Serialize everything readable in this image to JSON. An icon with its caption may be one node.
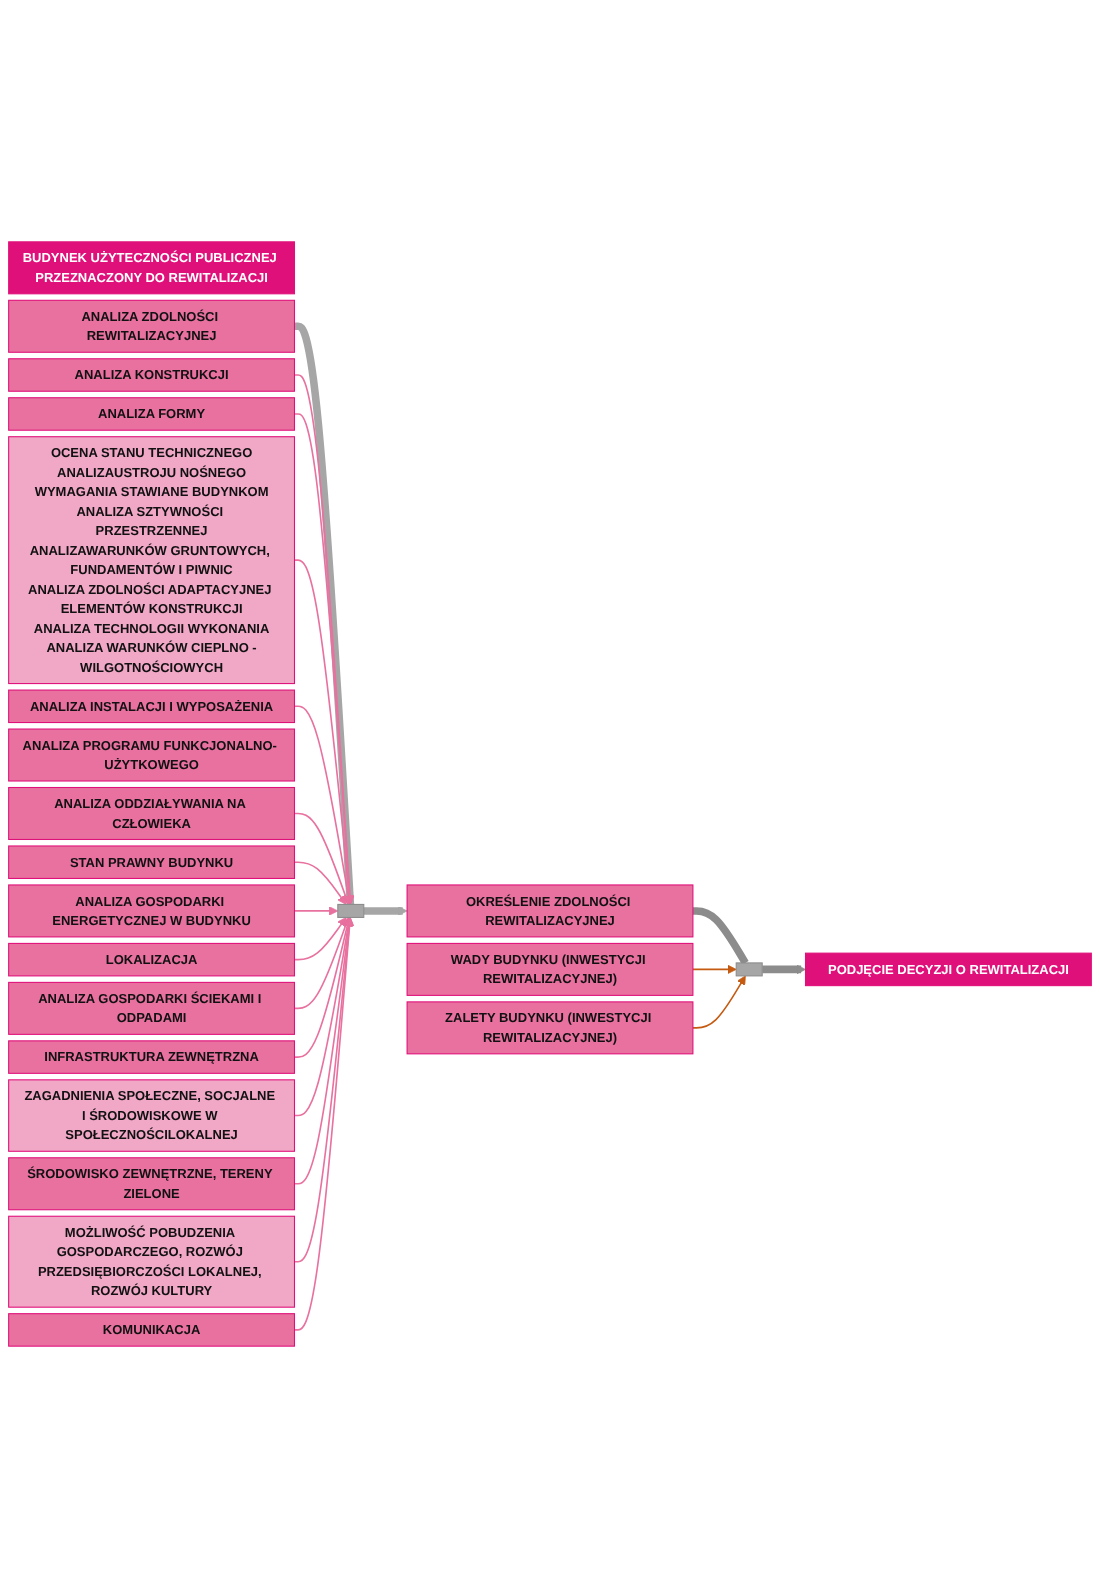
{
  "diagram": {
    "nodes": [
      {
        "text": [
          "BUDYNEK UŻYTECZNOŚCI PUBLICZNEJ PRZEZNACZONY DO REWITALIZACJI"
        ]
      },
      {
        "text": [
          "ANALIZA ZDOLNOŚCI REWITALIZACYJNEJ"
        ]
      },
      {
        "text": [
          "ANALIZA KONSTRUKCJI"
        ]
      },
      {
        "text": [
          "ANALIZA FORMY"
        ]
      },
      {
        "text": [
          "OCENA STANU TECHNICZNEGO",
          "ANALIZAUSTROJU NOŚNEGO",
          "WYMAGANIA STAWIANE BUDYNKOM",
          "ANALIZA SZTYWNOŚCI PRZESTRZENNEJ",
          "ANALIZAWARUNKÓW GRUNTOWYCH, FUNDAMENTÓW I PIWNIC",
          "ANALIZA ZDOLNOŚCI ADAPTACYJNEJ ELEMENTÓW KONSTRUKCJI",
          "ANALIZA TECHNOLOGII WYKONANIA",
          "ANALIZA WARUNKÓW CIEPLNO -WILGOTNOŚCIOWYCH"
        ]
      },
      {
        "text": [
          "ANALIZA INSTALACJI I WYPOSAŻENIA"
        ]
      },
      {
        "text": [
          "ANALIZA PROGRAMU FUNKCJONALNO- UŻYTKOWEGO"
        ]
      },
      {
        "text": [
          "ANALIZA ODDZIAŁYWANIA NA CZŁOWIEKA"
        ]
      },
      {
        "text": [
          "STAN PRAWNY BUDYNKU"
        ]
      },
      {
        "text": [
          "ANALIZA GOSPODARKI ENERGETYCZNEJ W BUDYNKU"
        ]
      },
      {
        "text": [
          "LOKALIZACJA"
        ]
      },
      {
        "text": [
          "ANALIZA GOSPODARKI ŚCIEKAMI I ODPADAMI"
        ]
      },
      {
        "text": [
          "INFRASTRUKTURA ZEWNĘTRZNA"
        ]
      },
      {
        "text": [
          "ZAGADNIENIA SPOŁECZNE, SOCJALNE I ŚRODOWISKOWE W SPOŁECZNOŚCILOKALNEJ"
        ]
      },
      {
        "text": [
          "ŚRODOWISKO ZEWNĘTRZNE, TERENY ZIELONE"
        ]
      },
      {
        "text": [
          "MOŻLIWOŚĆ POBUDZENIA GOSPODARCZEGO, ROZWÓJ PRZEDSIĘBIORCZOŚCI LOKALNEJ, ROZWÓJ KULTURY"
        ]
      },
      {
        "text": [
          "KOMUNIKACJA"
        ]
      },
      {
        "text": [],
        "shape": "bar"
      },
      {
        "text": [
          "OKREŚLENIE ZDOLNOŚCI REWITALIZACYJNEJ"
        ]
      },
      {
        "text": [
          "WADY BUDYNKU (INWESTYCJI REWITALIZACYJNEJ)"
        ]
      },
      {
        "text": [
          "ZALETY BUDYNKU (INWESTYCJI REWITALIZACYJNEJ)"
        ]
      },
      {
        "text": [],
        "shape": "bar"
      },
      {
        "text": [
          "PODJĘCIE DECYZJI O REWITALIZACJI"
        ]
      }
    ],
    "edges": [
      {
        "from": 1,
        "to": 17,
        "arrow": "none",
        "style": "thick",
        "color": "#a6a6a6"
      },
      {
        "from": 2,
        "to": 17,
        "arrow": "to"
      },
      {
        "from": 3,
        "to": 17,
        "arrow": "to"
      },
      {
        "from": 4,
        "to": 17,
        "arrow": "to"
      },
      {
        "from": 5,
        "to": 17,
        "arrow": "to"
      },
      {
        "from": 7,
        "to": 17,
        "arrow": "to"
      },
      {
        "from": 8,
        "to": 17,
        "arrow": "to"
      },
      {
        "from": 9,
        "to": 17,
        "arrow": "to"
      },
      {
        "from": 10,
        "to": 17,
        "arrow": "to"
      },
      {
        "from": 11,
        "to": 17,
        "arrow": "to"
      },
      {
        "from": 12,
        "to": 17,
        "arrow": "to"
      },
      {
        "from": 13,
        "to": 17,
        "arrow": "to"
      },
      {
        "from": 14,
        "to": 17,
        "arrow": "to"
      },
      {
        "from": 15,
        "to": 17,
        "arrow": "to"
      },
      {
        "from": 16,
        "to": 17,
        "arrow": "to"
      },
      {
        "from": 17,
        "to": 18,
        "arrow": "to",
        "style": "thick",
        "color": "#a6a6a6"
      },
      {
        "from": 18,
        "to": 21,
        "arrow": "none",
        "style": "thick",
        "color": "#8c8c8c"
      },
      {
        "from": 19,
        "to": 21,
        "arrow": "to",
        "color": "#c55a11"
      },
      {
        "from": 20,
        "to": 21,
        "arrow": "to",
        "color": "#c55a11"
      },
      {
        "from": 21,
        "to": 22,
        "arrow": "to",
        "style": "thick",
        "color": "#8c8c8c"
      }
    ]
  }
}
